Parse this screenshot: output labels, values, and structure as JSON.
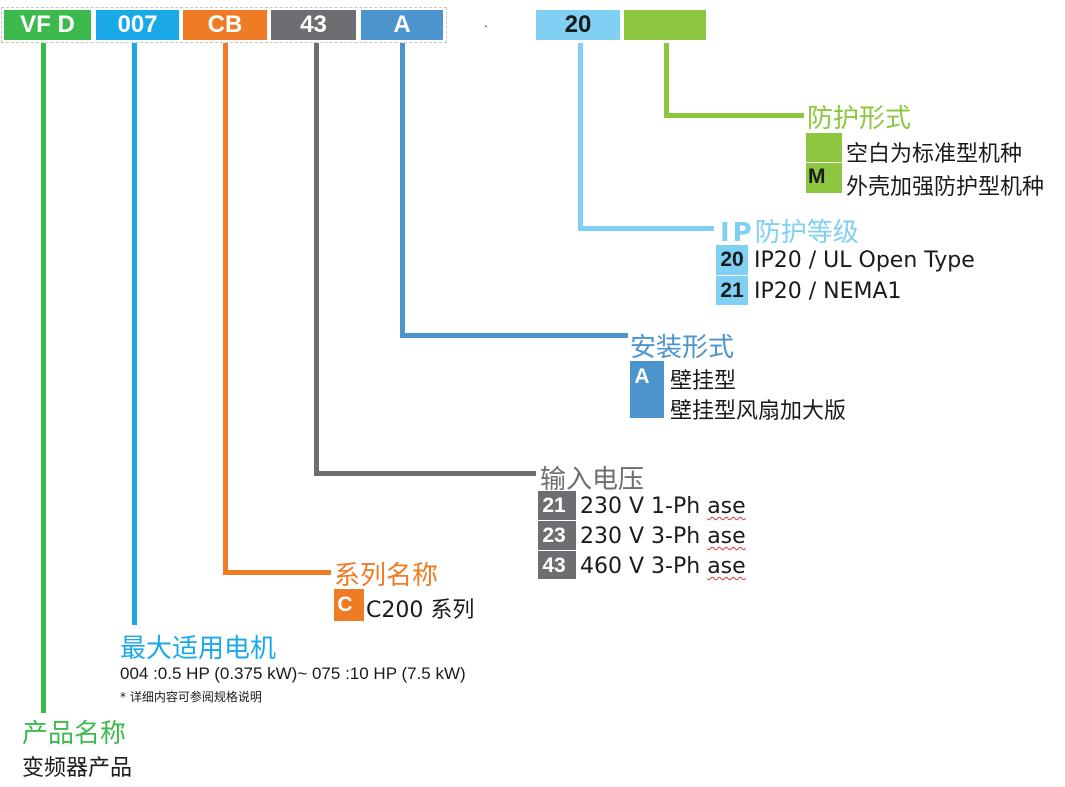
{
  "colors": {
    "green": "#3dba4e",
    "cyan": "#1aa9e8",
    "orange": "#ef7c24",
    "gray": "#6d6e71",
    "steel": "#4b94cd",
    "light_cyan": "#7fd0f2",
    "lime": "#8dc63f"
  },
  "code_boxes": {
    "vfd": "VF D",
    "model": "007",
    "series": "CB",
    "voltage": "43",
    "install": "A",
    "ip": "20",
    "protection": ""
  },
  "separator_dot": ".",
  "protection": {
    "title": "防护形式",
    "options": [
      {
        "code": "",
        "desc": "空白为标准型机种"
      },
      {
        "code": "M",
        "desc": "外壳加强防护型机种"
      }
    ]
  },
  "ip": {
    "title_prefix": "IP",
    "title": "防护等级",
    "options": [
      {
        "code": "20",
        "desc": "IP20 / UL Open Type"
      },
      {
        "code": "21",
        "desc": "IP20 / NEMA1"
      }
    ]
  },
  "install": {
    "title": "安装形式",
    "options": [
      {
        "code": "A",
        "desc": "壁挂型"
      },
      {
        "code": "",
        "desc": "壁挂型风扇加大版"
      }
    ]
  },
  "voltage": {
    "title": "输入电压",
    "options": [
      {
        "code": "21",
        "desc_main": "230 V 1-Ph",
        "desc_tail": "ase"
      },
      {
        "code": "23",
        "desc_main": "230 V 3-Ph",
        "desc_tail": "ase"
      },
      {
        "code": "43",
        "desc_main": "460 V 3-Ph",
        "desc_tail": "ase"
      }
    ]
  },
  "series": {
    "title": "系列名称",
    "options": [
      {
        "code": "C",
        "desc": "C200 系列"
      }
    ]
  },
  "motor": {
    "title": "最大适用电机",
    "range": "004 :0.5 HP (0.375 kW)~ 075 :10 HP (7.5 kW)",
    "note": "* 详细内容可参阅规格说明"
  },
  "product": {
    "title": "产品名称",
    "desc": "变频器产品"
  }
}
